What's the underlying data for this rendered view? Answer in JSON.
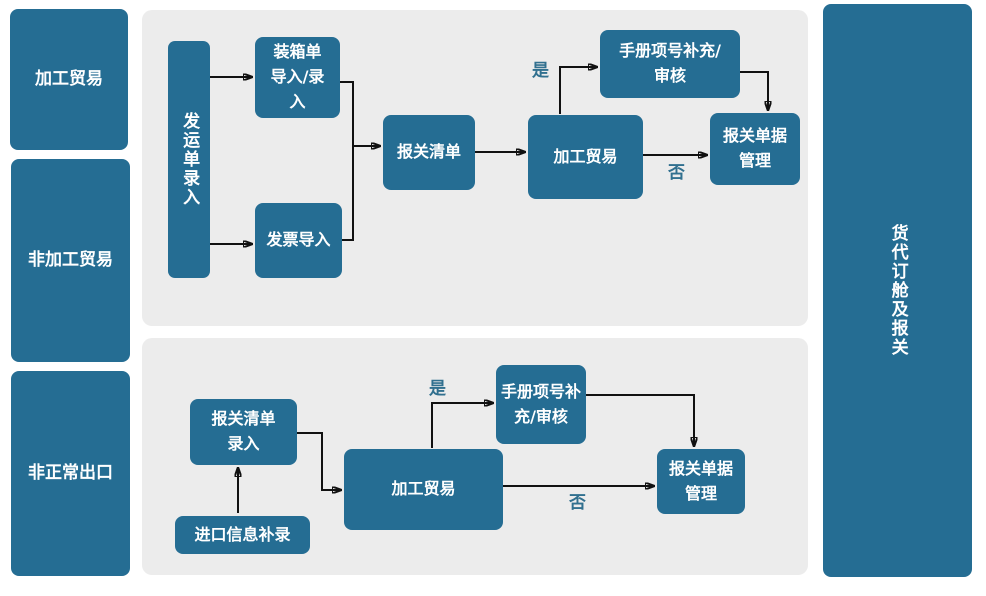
{
  "colors": {
    "node_fill": "#256d93",
    "panel_background": "#ececec",
    "decision_label": "#31708f",
    "arrow": "#111111",
    "node_text": "#ffffff",
    "page_background": "#ffffff"
  },
  "lanes": {
    "left": [
      {
        "label": "加工贸易"
      },
      {
        "label": "非加工贸易"
      },
      {
        "label": "非正常出口"
      }
    ],
    "right": {
      "label": "货代订舱及报关"
    }
  },
  "top_flow": {
    "shipping_order_entry": "发运单录入",
    "packing_list_import": "装箱单导入/录入",
    "invoice_import": "发票导入",
    "declaration_list": "报关清单",
    "processing_trade": "加工贸易",
    "manual_item_check": "手册项号补充/审核",
    "declaration_doc_mgmt": "报关单据管理",
    "yes": "是",
    "no": "否"
  },
  "bottom_flow": {
    "declaration_list_entry": "报关清单录入",
    "import_info_supplement": "进口信息补录",
    "processing_trade": "加工贸易",
    "manual_item_check": "手册项号补充/审核",
    "declaration_doc_mgmt": "报关单据管理",
    "yes": "是",
    "no": "否"
  }
}
